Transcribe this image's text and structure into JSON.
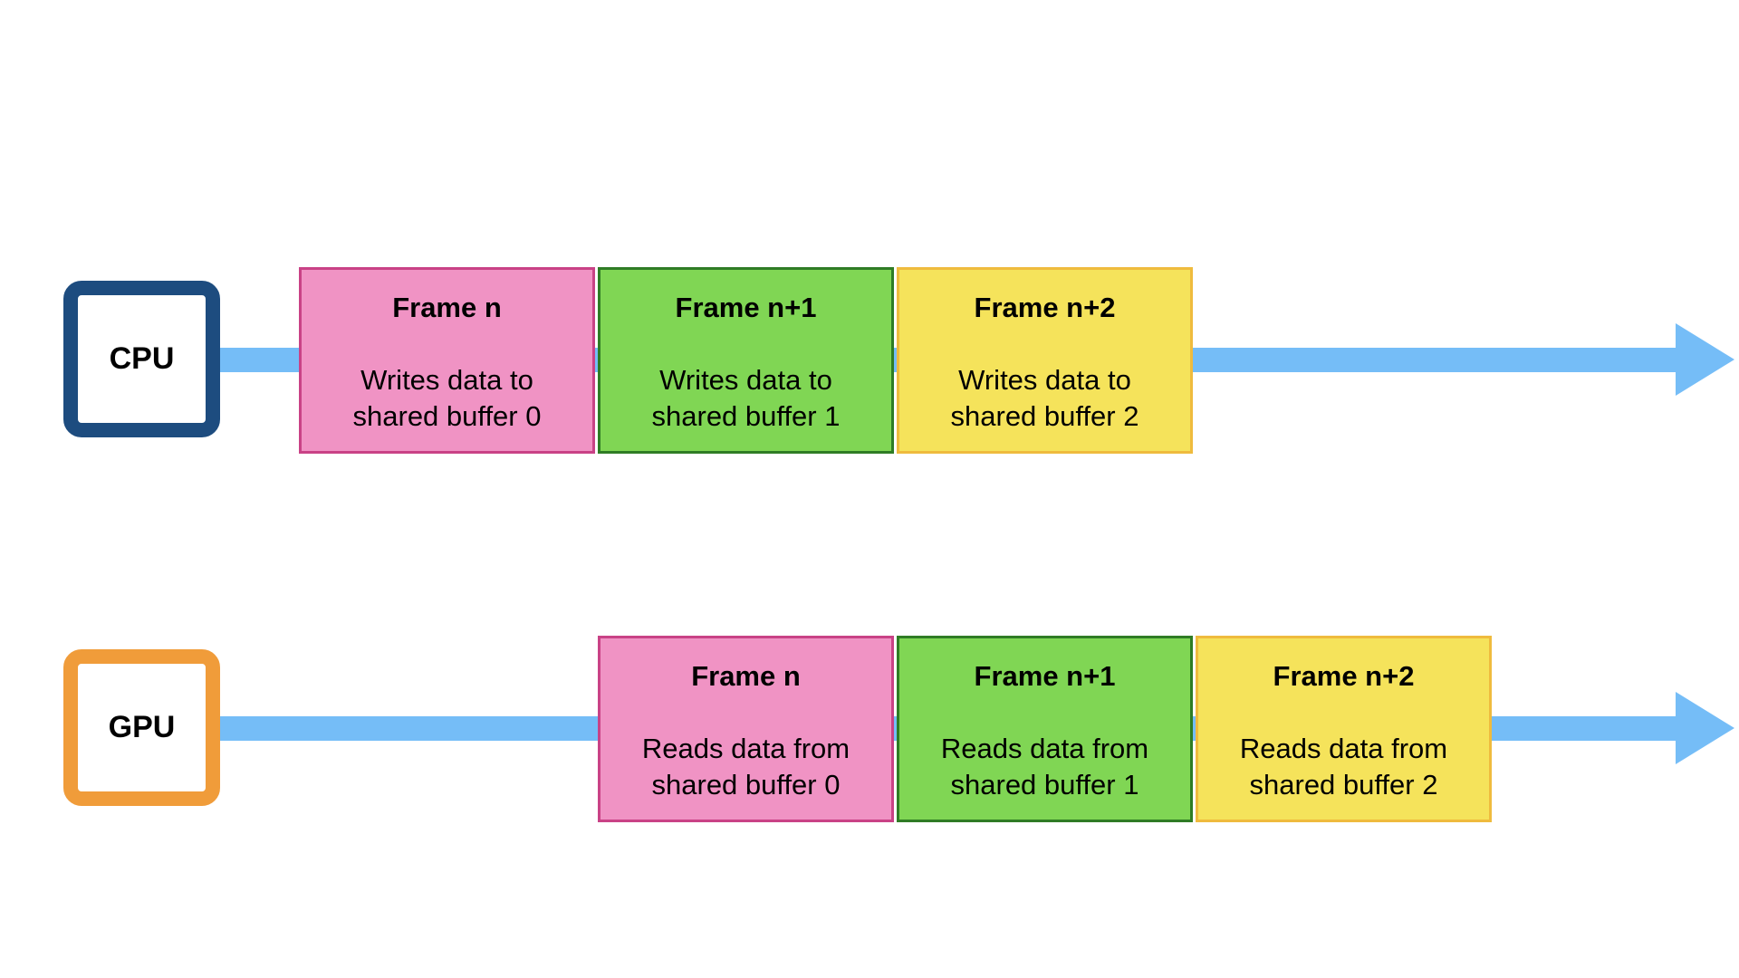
{
  "colors": {
    "timeline": "#75bdf7",
    "cpu_border": "#1d4c7f",
    "gpu_border": "#f09c3a",
    "frame_n_fill": "#f093c4",
    "frame_n_border": "#c94286",
    "frame_n1_fill": "#80d654",
    "frame_n1_border": "#2f7c25",
    "frame_n2_fill": "#f5e35b",
    "frame_n2_border": "#efbb3e"
  },
  "cpu": {
    "label": "CPU",
    "frames": [
      {
        "title": "Frame n",
        "line1": "Writes data to",
        "line2": "shared buffer 0"
      },
      {
        "title": "Frame n+1",
        "line1": "Writes data to",
        "line2": "shared buffer 1"
      },
      {
        "title": "Frame n+2",
        "line1": "Writes data to",
        "line2": "shared buffer 2"
      }
    ]
  },
  "gpu": {
    "label": "GPU",
    "frames": [
      {
        "title": "Frame n",
        "line1": "Reads data from",
        "line2": "shared buffer 0"
      },
      {
        "title": "Frame n+1",
        "line1": "Reads data from",
        "line2": "shared buffer 1"
      },
      {
        "title": "Frame n+2",
        "line1": "Reads data from",
        "line2": "shared buffer 2"
      }
    ]
  }
}
